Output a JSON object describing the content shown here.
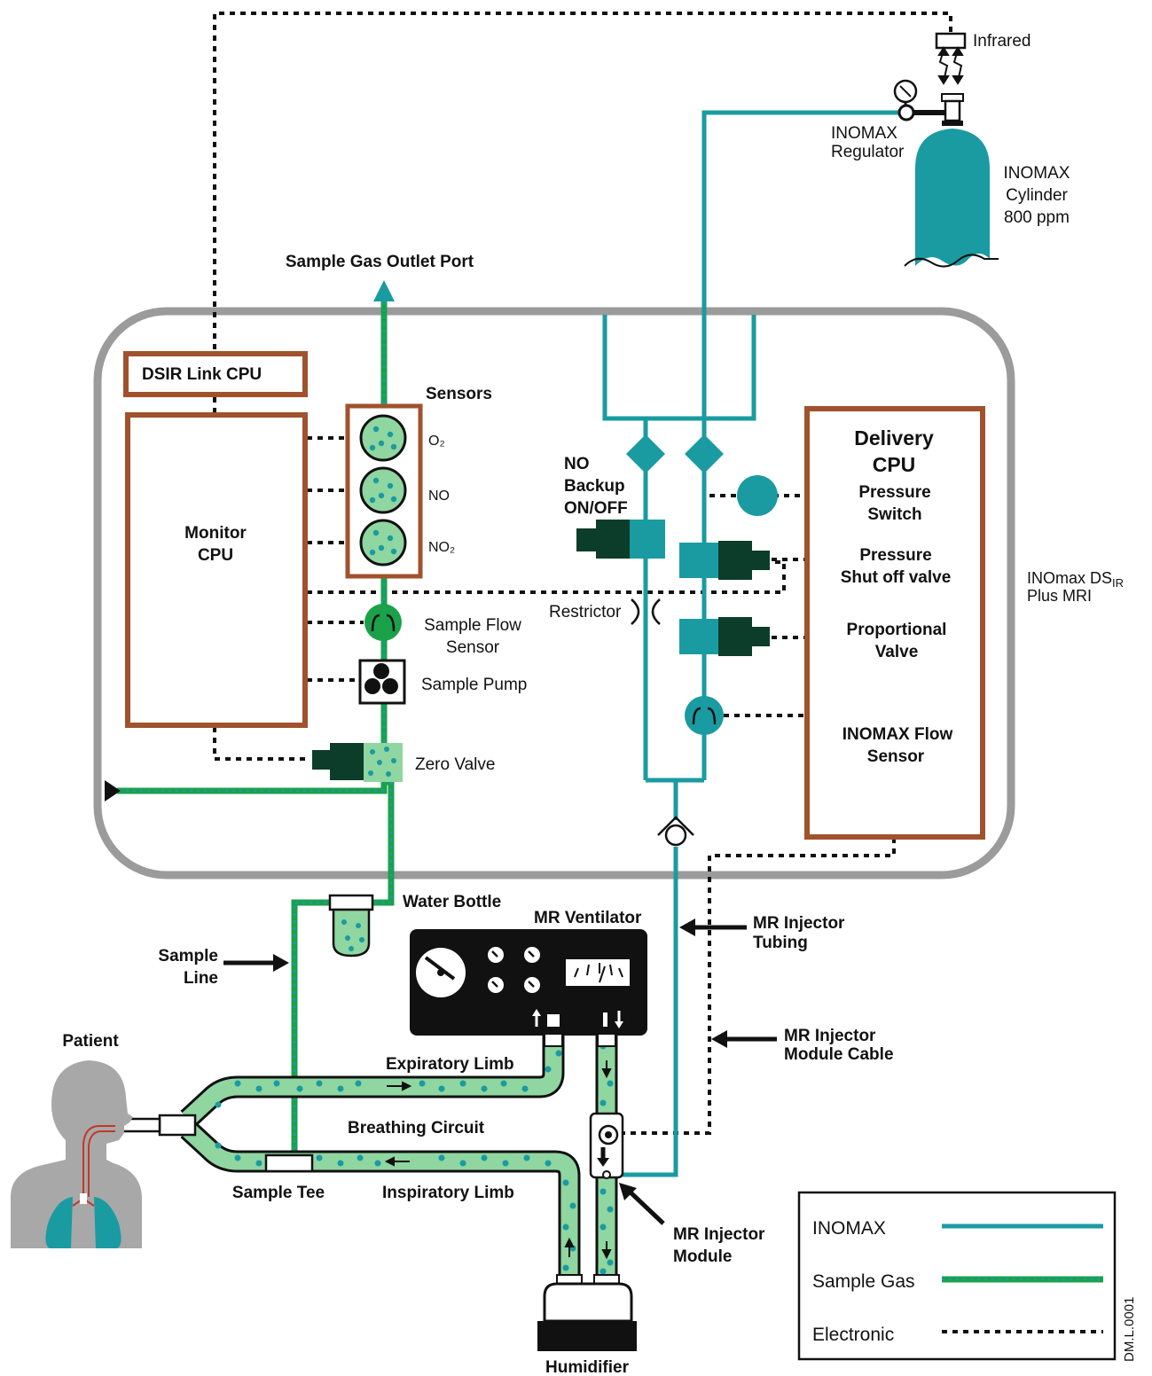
{
  "colors": {
    "inomax": "#1a9ba1",
    "sample_gas": "#1aa14a",
    "sample_fill": "#8fd6a0",
    "cpu_border": "#a0522d",
    "device_border": "#9b9b9b",
    "solenoid_dark": "#0b3d2a",
    "electronic": "#111111",
    "patient_gray": "#a8a8a8",
    "restrictor_green": "#1aa14a"
  },
  "icons": [
    "infrared-transceiver-icon",
    "regulator-gauge-icon",
    "gas-cylinder-icon",
    "sensor-cell-icon",
    "flow-restrictor-icon",
    "pump-icon",
    "solenoid-valve-icon",
    "check-valve-icon",
    "pressure-switch-icon",
    "ventilator-icon",
    "humidifier-icon",
    "water-bottle-icon",
    "patient-icon",
    "lungs-icon",
    "arrow-icon"
  ],
  "labels": {
    "infrared": "Infrared",
    "regulator_1": "INOMAX",
    "regulator_2": "Regulator",
    "cylinder_1": "INOMAX",
    "cylinder_2": "Cylinder",
    "cylinder_3": "800 ppm",
    "outlet_port": "Sample Gas Outlet Port",
    "dsir_link": "DSIR Link CPU",
    "monitor_cpu_1": "Monitor",
    "monitor_cpu_2": "CPU",
    "sensors": "Sensors",
    "o2": "O₂",
    "no": "NO",
    "no2": "NO₂",
    "no_backup_1": "NO",
    "no_backup_2": "Backup",
    "no_backup_3": "ON/OFF",
    "delivery_cpu_1": "Delivery",
    "delivery_cpu_2": "CPU",
    "pressure_switch_1": "Pressure",
    "pressure_switch_2": "Switch",
    "shutoff_1": "Pressure",
    "shutoff_2": "Shut off valve",
    "proportional_1": "Proportional",
    "proportional_2": "Valve",
    "flow_sensor_1": "INOMAX Flow",
    "flow_sensor_2": "Sensor",
    "device_name_1": "INOmax DS",
    "device_name_sub": "IR",
    "device_name_2": "Plus MRI",
    "restrictor": "Restrictor",
    "sample_flow_1": "Sample Flow",
    "sample_flow_2": "Sensor",
    "sample_pump": "Sample Pump",
    "zero_valve": "Zero Valve",
    "water_bottle": "Water Bottle",
    "mr_ventilator": "MR Ventilator",
    "injector_tubing_1": "MR Injector",
    "injector_tubing_2": "Tubing",
    "sample_line_1": "Sample",
    "sample_line_2": "Line",
    "injector_cable_1": "MR Injector",
    "injector_cable_2": "Module Cable",
    "patient": "Patient",
    "expiratory": "Expiratory Limb",
    "breathing_circuit": "Breathing Circuit",
    "sample_tee": "Sample Tee",
    "inspiratory": "Inspiratory Limb",
    "injector_module_1": "MR Injector",
    "injector_module_2": "Module",
    "humidifier": "Humidifier",
    "doc_id": "DM.L.0001"
  },
  "legend": {
    "items": [
      {
        "label": "INOMAX",
        "line": "inomax"
      },
      {
        "label": "Sample Gas",
        "line": "sample_gas"
      },
      {
        "label": "Electronic",
        "line": "electronic"
      }
    ]
  }
}
